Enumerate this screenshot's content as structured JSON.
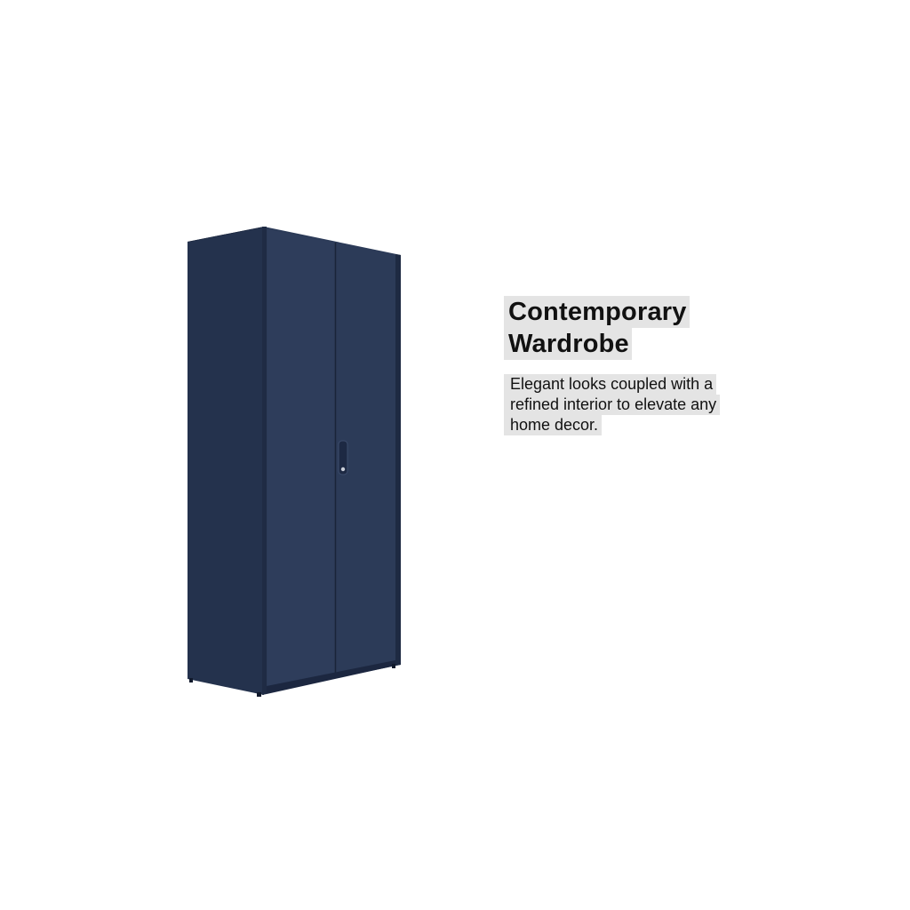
{
  "product": {
    "title_lines": [
      "Contemporary",
      "Wardrobe"
    ],
    "description_lines": [
      "Elegant looks coupled with a",
      "refined interior to elevate any",
      "home decor."
    ]
  },
  "colors": {
    "wardrobe_front": "#2b3a57",
    "wardrobe_side": "#24324d",
    "wardrobe_edge": "#1e2a42",
    "label_background": "#e4e4e4",
    "text": "#111111",
    "background": "#ffffff"
  }
}
